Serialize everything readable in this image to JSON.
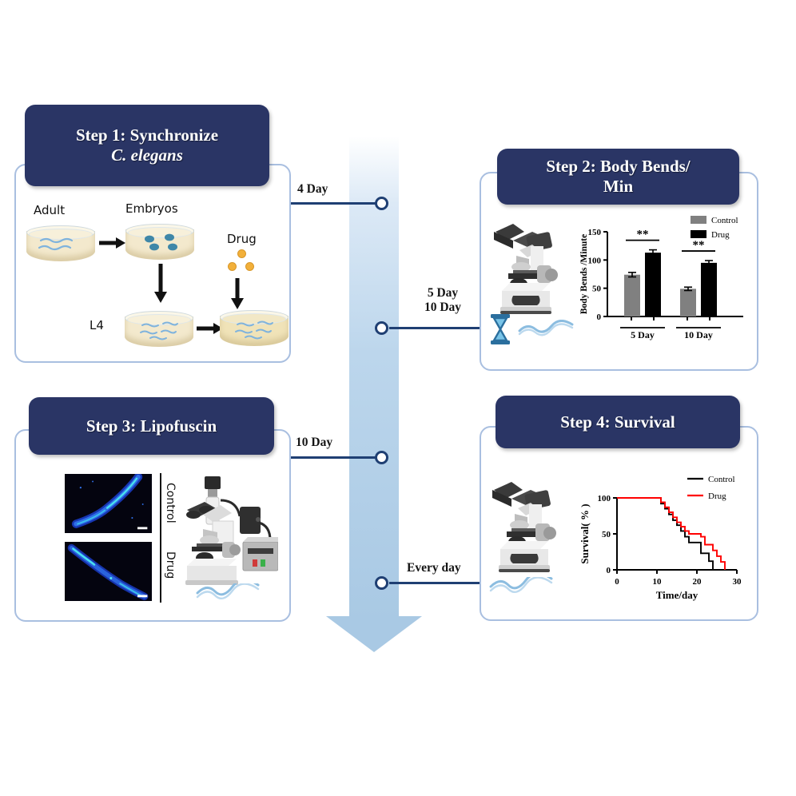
{
  "figure": {
    "title": "C. elegans drug screening workflow",
    "colors": {
      "header_navy": "#2a3565",
      "panel_border": "#a9bfe0",
      "timeline_blue": "#a9c9e4",
      "connector_blue": "#1f3f73",
      "drug_gold": "#f2b03a",
      "agar_cream": "#f3e9cd",
      "worm_blue": "#7fb3dd",
      "control_gray": "#808080",
      "drug_black": "#000000",
      "survival_red": "#ff0000"
    }
  },
  "steps": [
    {
      "id": "step1",
      "header": {
        "line1": "Step 1: Synchronize",
        "line2": "C. elegans",
        "line2_italic": true
      },
      "labels": {
        "adult": "Adult",
        "embryos": "Embryos",
        "l4": "L4",
        "drug": "Drug"
      }
    },
    {
      "id": "step2",
      "header": {
        "line1": "Step 2: Body Bends/",
        "line2": "Min"
      },
      "icons": [
        "microscope-icon",
        "hourglass-icon",
        "worm-icon"
      ]
    },
    {
      "id": "step3",
      "header": {
        "line1": "Step 3: Lipofuscin"
      },
      "image_labels": {
        "top": "Control",
        "bottom": "Drug"
      },
      "icons": [
        "fluorescence-microscope-icon",
        "worm-icon"
      ]
    },
    {
      "id": "step4",
      "header": {
        "line1": "Step 4: Survival"
      },
      "icons": [
        "microscope-icon",
        "worm-icon"
      ]
    }
  ],
  "connectors": [
    {
      "id": "c1",
      "label": "4 Day"
    },
    {
      "id": "c2",
      "label_line1": "5 Day",
      "label_line2": "10 Day"
    },
    {
      "id": "c3",
      "label": "10 Day"
    },
    {
      "id": "c4",
      "label": "Every day"
    }
  ],
  "chart_data": [
    {
      "type": "bar",
      "id": "body-bends-chart",
      "title": "",
      "xlabel": "",
      "ylabel": "Body Bends /Minute",
      "categories": [
        "5 Day",
        "10 Day"
      ],
      "ylim": [
        0,
        150
      ],
      "yticks": [
        0,
        50,
        100,
        150
      ],
      "grid": false,
      "legend_position": "top-right",
      "series": [
        {
          "name": "Control",
          "color": "#808080",
          "values": [
            74,
            49
          ],
          "errors": [
            4,
            3
          ]
        },
        {
          "name": "Drug",
          "color": "#000000",
          "values": [
            113,
            95
          ],
          "errors": [
            5,
            4
          ]
        }
      ],
      "annotations": [
        {
          "text": "**",
          "group": "5 Day"
        },
        {
          "text": "**",
          "group": "10 Day"
        }
      ]
    },
    {
      "type": "line",
      "id": "survival-chart",
      "title": "",
      "xlabel": "Time/day",
      "ylabel": "Survival( % )",
      "xlim": [
        0,
        30
      ],
      "ylim": [
        0,
        100
      ],
      "xticks": [
        0,
        10,
        20,
        30
      ],
      "yticks": [
        0,
        50,
        100
      ],
      "grid": false,
      "legend_position": "top-right",
      "series": [
        {
          "name": "Control",
          "color": "#000000",
          "x": [
            0,
            11,
            11,
            12,
            12,
            13,
            13,
            14,
            14,
            15,
            15,
            16,
            16,
            17,
            17,
            18,
            18,
            21,
            21,
            23,
            23,
            24,
            24
          ],
          "y": [
            100,
            100,
            92,
            92,
            85,
            85,
            77,
            77,
            69,
            69,
            62,
            62,
            54,
            54,
            46,
            46,
            38,
            38,
            23,
            23,
            12,
            12,
            0
          ]
        },
        {
          "name": "Drug",
          "color": "#ff0000",
          "x": [
            0,
            11,
            11,
            12,
            12,
            13,
            13,
            14,
            14,
            15,
            15,
            16,
            16,
            17,
            17,
            18,
            18,
            21,
            21,
            22,
            22,
            24,
            24,
            25,
            25,
            26,
            26,
            27,
            27
          ],
          "y": [
            100,
            100,
            94,
            94,
            87,
            87,
            80,
            80,
            73,
            73,
            66,
            66,
            60,
            60,
            54,
            54,
            50,
            50,
            46,
            46,
            35,
            35,
            27,
            27,
            19,
            19,
            11,
            11,
            0
          ]
        }
      ]
    }
  ]
}
